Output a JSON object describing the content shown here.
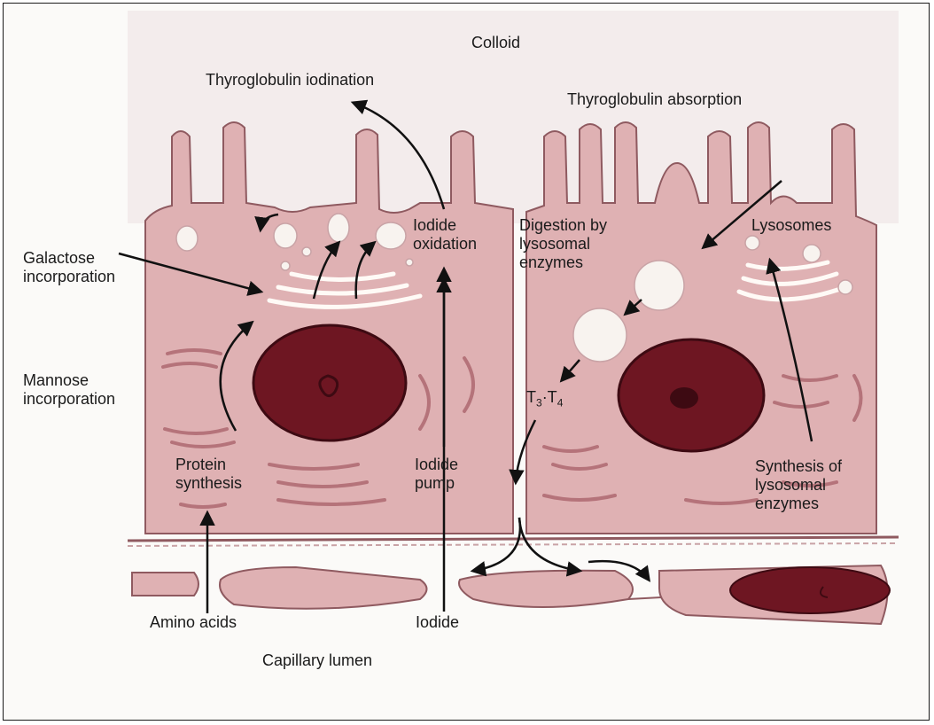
{
  "colors": {
    "colloid": "#f3ecec",
    "cytoplasm": "#dfb1b3",
    "membrane": "#8f5a60",
    "nucleus": "#6e1622",
    "nucleus_edge": "#3d0a12",
    "organelle": "#b5737a",
    "vesicle": "#f8f3ef",
    "arrow": "#111111"
  },
  "labels": {
    "colloid": "Colloid",
    "thyroglobulin_iodination": "Thyroglobulin iodination",
    "thyroglobulin_absorption": "Thyroglobulin absorption",
    "iodide_oxidation": "Iodide\noxidation",
    "digestion": "Digestion by\nlysosomal\nenzymes",
    "lysosomes": "Lysosomes",
    "galactose": "Galactose\nincorporation",
    "mannose": "Mannose\nincorporation",
    "t3": "T",
    "t3_sub": "3",
    "t3_sep": "·T",
    "t4_sub": "4",
    "protein_synthesis": "Protein\nsynthesis",
    "iodide_pump": "Iodide\npump",
    "synthesis_lysosomal": "Synthesis of\nlysosomal\nenzymes",
    "amino_acids": "Amino acids",
    "iodide": "Iodide",
    "capillary_lumen": "Capillary lumen"
  }
}
